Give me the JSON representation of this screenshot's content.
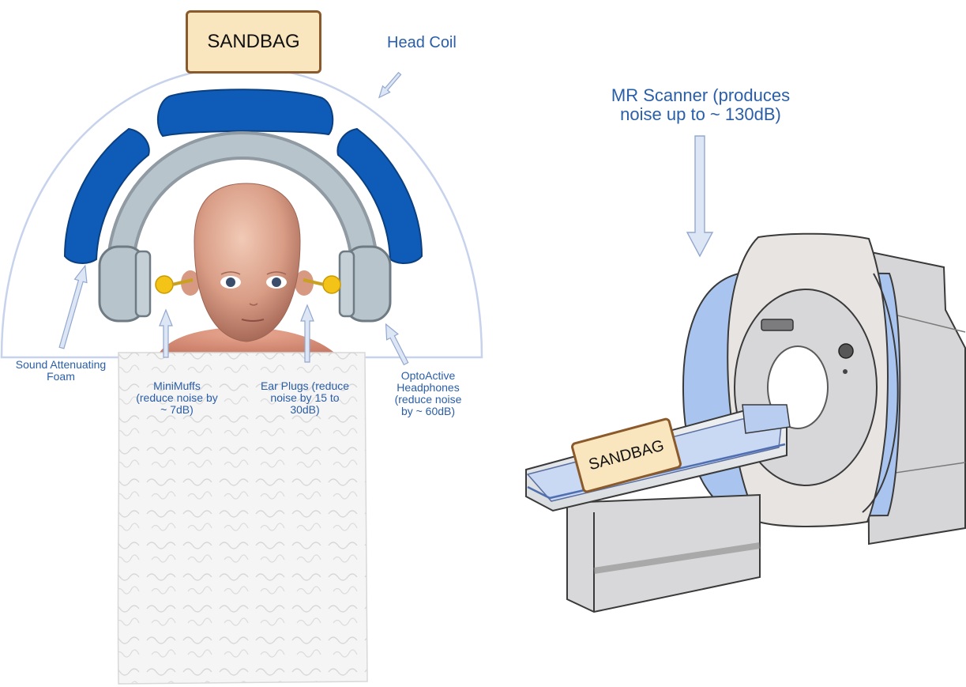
{
  "left_panel": {
    "sandbag_label": "SANDBAG",
    "head_coil_label": "Head Coil",
    "foam_label": [
      "Sound Attenuating",
      "Foam"
    ],
    "minimuffs_label": [
      "MiniMuffs",
      "(reduce noise by",
      "~ 7dB)"
    ],
    "earplugs_label": [
      "Ear Plugs (reduce",
      "noise by 15 to",
      "30dB)"
    ],
    "headphones_label": [
      "OptoActive",
      "Headphones",
      "(reduce noise",
      "by ~ 60dB)"
    ]
  },
  "right_panel": {
    "scanner_label": [
      "MR Scanner (produces",
      "noise up to ~ 130dB)"
    ],
    "sandbag_label": "SANDBAG"
  },
  "colors": {
    "label_text": "#2a5ea8",
    "foam_pad": "#0f5cb8",
    "headphone_gray": "#b7c4cc",
    "ear_plug": "#f3c318",
    "sandbag_fill": "#f9e6bf",
    "sandbag_border": "#8a5a2b",
    "arrow_fill": "#dde6f5",
    "scanner_bore_ring": "#a9c5ef"
  }
}
